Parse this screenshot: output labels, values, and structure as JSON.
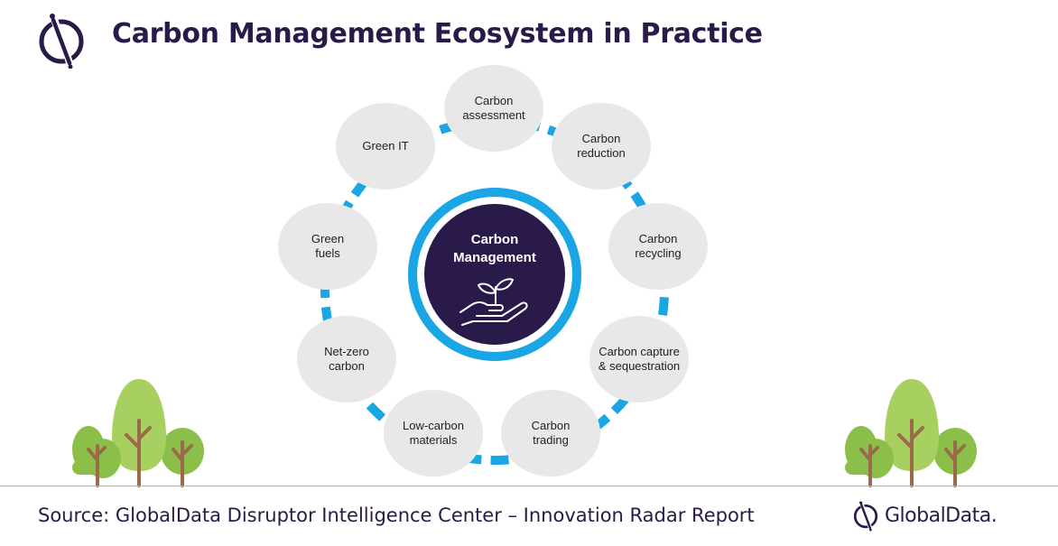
{
  "title": "Carbon Management Ecosystem in Practice",
  "center": {
    "label": "Carbon\nManagement",
    "icon": "hand-sprout-icon"
  },
  "nodes": [
    {
      "id": "carbon-assessment",
      "label": "Carbon\nassessment"
    },
    {
      "id": "carbon-reduction",
      "label": "Carbon\nreduction"
    },
    {
      "id": "carbon-recycling",
      "label": "Carbon\nrecycling"
    },
    {
      "id": "carbon-capture",
      "label": "Carbon capture\n& sequestration"
    },
    {
      "id": "carbon-trading",
      "label": "Carbon\ntrading"
    },
    {
      "id": "low-carbon-materials",
      "label": "Low-carbon\nmaterials"
    },
    {
      "id": "net-zero-carbon",
      "label": "Net-zero\ncarbon"
    },
    {
      "id": "green-fuels",
      "label": "Green\nfuels"
    },
    {
      "id": "green-it",
      "label": "Green IT"
    }
  ],
  "source": "Source: GlobalData Disruptor Intelligence Center – Innovation Radar Report",
  "brand": {
    "name": "GlobalData.",
    "icon": "globaldata-logo-icon"
  },
  "colors": {
    "title": "#2a1a4a",
    "ring": "#1aa6e4",
    "center": "#2a1a4a",
    "node": "#e8e8e8",
    "tree_dark": "#8cbf4a",
    "tree_light": "#a8d060",
    "trunk": "#9a6a4a"
  }
}
